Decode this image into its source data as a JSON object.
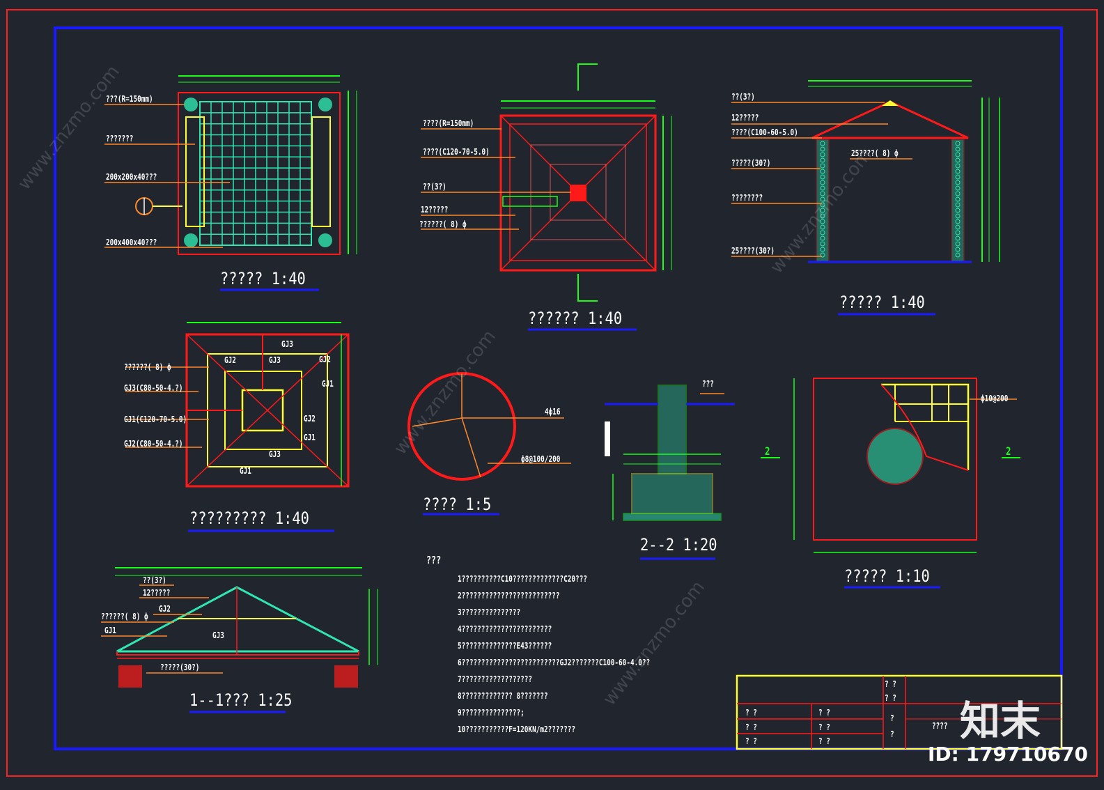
{
  "titles": {
    "plan": "????? 1:40",
    "roof_plan": "?????? 1:40",
    "elevation": "????? 1:40",
    "structure_plan": "????????? 1:40",
    "column_detail": "???? 1:5",
    "section_22": "2--2 1:20",
    "foundation": "????? 1:10",
    "section_11": "1--1??? 1:25"
  },
  "plan_labels": [
    "???(R=150mm)",
    "???????",
    "200x200x40???",
    "200x400x40???"
  ],
  "roof_labels": [
    "????(R=150mm)",
    "????(C120-70-5.0)",
    "??(3?)",
    "12?????",
    "??????( 8) ф"
  ],
  "elev_labels": [
    "??(3?)",
    "12?????",
    "????(C100-60-5.0)",
    "?????(30?)",
    "25????( 8) ф",
    "????????",
    "25????(30?)"
  ],
  "struct_labels": [
    "??????( 8) ф",
    "GJ3(C80-50-4.?)",
    "GJ1(C120-70-5.0)",
    "GJ2(C80-50-4.?)",
    "GJ3",
    "GJ2",
    "GJ3",
    "GJ2",
    "GJ1",
    "GJ2",
    "GJ1",
    "GJ3",
    "GJ1"
  ],
  "column_labels": [
    "4ф16",
    "ф8@100/200"
  ],
  "section22_labels": [
    "???"
  ],
  "foundation_labels": [
    "ф10@200",
    "2",
    "2"
  ],
  "section11_labels": [
    "??(3?)",
    "12?????",
    "GJ2",
    "??????( 8) ф",
    "GJ1",
    "GJ3",
    "?????(30?)"
  ],
  "notes": {
    "heading": "???",
    "lines": [
      "1??????????C10?????????????C20???",
      "2?????????????????????????",
      "3???????????????",
      "4???????????????????????",
      "5??????????????E43??????",
      "6?????????????????????????GJ2???????C100-60-4.0??",
      "7??????????????????",
      "8????????????? 8???????",
      "9???????????????;",
      "10???????????F=120KN/m2???????"
    ]
  },
  "title_block": {
    "cells": [
      "? ?",
      "? ?",
      "? ?",
      "? ?",
      "? ?",
      "? ?",
      "? ?",
      "? ?",
      "?",
      "?",
      "????"
    ]
  },
  "brand": {
    "logo_text": "知末",
    "id_text": "ID: 179710670",
    "watermark": "www.znzmo.com"
  },
  "colors": {
    "background": "#20252e",
    "border_outer": "#ff2020",
    "border_inner": "#1a1aff",
    "green": "#19ff19",
    "red": "#ff1a1a",
    "cyan": "#2fe6b0",
    "yellow": "#ffff33",
    "orange": "#ff8a2a",
    "white": "#ffffff",
    "blue": "#1a1aff"
  }
}
